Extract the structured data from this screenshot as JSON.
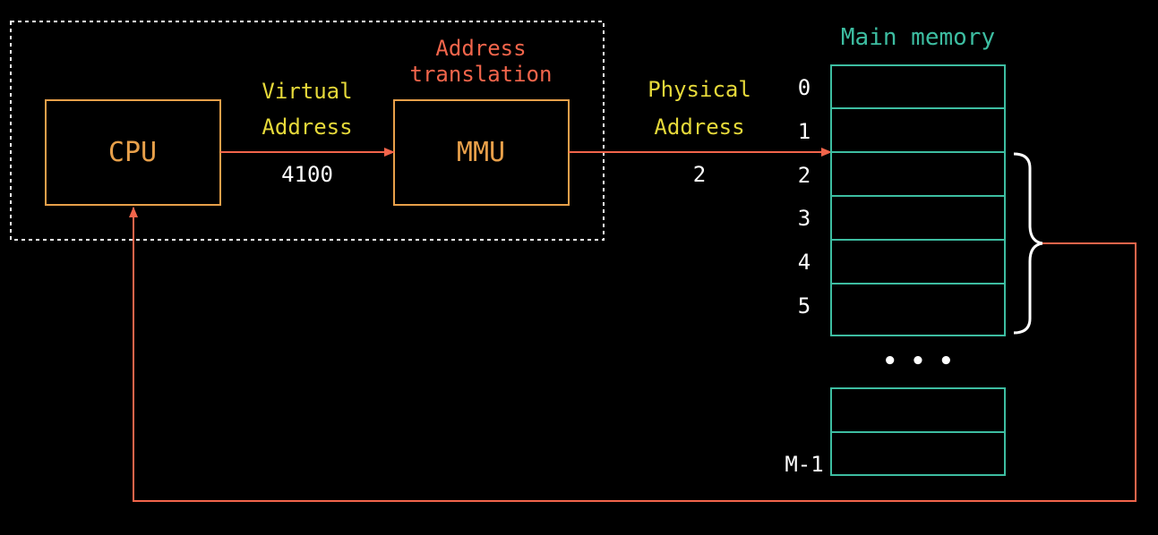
{
  "colors": {
    "background": "#000000",
    "box_stroke": "#E8A04A",
    "box_text": "#E8A04A",
    "label_yellow": "#E6D93A",
    "label_red": "#F2654B",
    "arrow": "#F2654B",
    "memory_teal": "#3DBDA1",
    "white": "#FFFFFF"
  },
  "cpu": {
    "label": "CPU"
  },
  "mmu": {
    "label": "MMU",
    "caption": [
      "Address",
      "translation"
    ]
  },
  "virtual_address": {
    "label": [
      "Virtual",
      "Address"
    ],
    "value": "4100"
  },
  "physical_address": {
    "label": [
      "Physical",
      "Address"
    ],
    "value": "2"
  },
  "memory": {
    "title": "Main memory",
    "row_labels": [
      "0",
      "1",
      "2",
      "3",
      "4",
      "5"
    ],
    "ellipsis": "• • •",
    "last_label": "M-1"
  },
  "icons": {
    "brace": "right-curly-brace-icon",
    "arrowhead": "arrowhead-icon"
  }
}
